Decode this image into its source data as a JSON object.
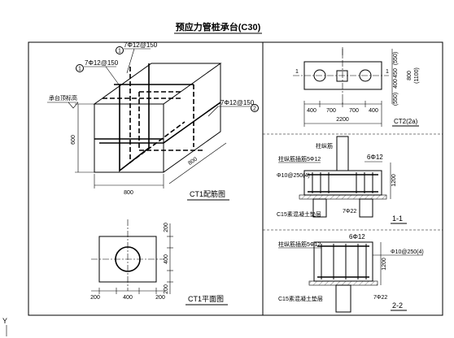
{
  "title": "预应力管桩承台(C30)",
  "left": {
    "rebar_a_id": "1",
    "rebar_a_label": "7Φ12@150",
    "rebar_b_id": "1",
    "rebar_b_label": "7Φ12@150",
    "rebar_c_id": "2",
    "rebar_c_label": "7Φ12@150",
    "elevation_note": "承台顶标高",
    "dim_height": "600",
    "dim_width": "800",
    "dim_depth": "800",
    "caption_rebar": "CT1配筋图",
    "plan_dims": [
      "200",
      "400",
      "200"
    ],
    "caption_plan": "CT1平面图"
  },
  "right": {
    "dims_top_h": [
      "400",
      "700",
      "700",
      "400"
    ],
    "dim_total": "2200",
    "dims_v": [
      "(550)",
      "450",
      "800",
      "(1100)",
      "400",
      "(550)"
    ],
    "section_marks": [
      "1",
      "1"
    ],
    "caption_ct2": "CT2(2a)",
    "column_label": "柱纵筋",
    "steel_label_1": "柱纵筋插筋5Φ12",
    "main_bar_1": "6Φ12",
    "stirrup_1": "Φ10@250(4)",
    "dim_h_1": "1200",
    "cushion_1": "C15素混凝土垫层",
    "bar_bottom_1": "7Φ22",
    "section_11": "1-1",
    "steel_label_2": "柱纵筋插筋5Φ12",
    "main_bar_2": "6Φ12",
    "stirrup_2": "Φ10@250(4)",
    "dim_h_2": "1200",
    "cushion_2": "C15素混凝土垫层",
    "bar_bottom_2": "7Φ22",
    "section_22": "2-2"
  },
  "axis_corner": "Y"
}
